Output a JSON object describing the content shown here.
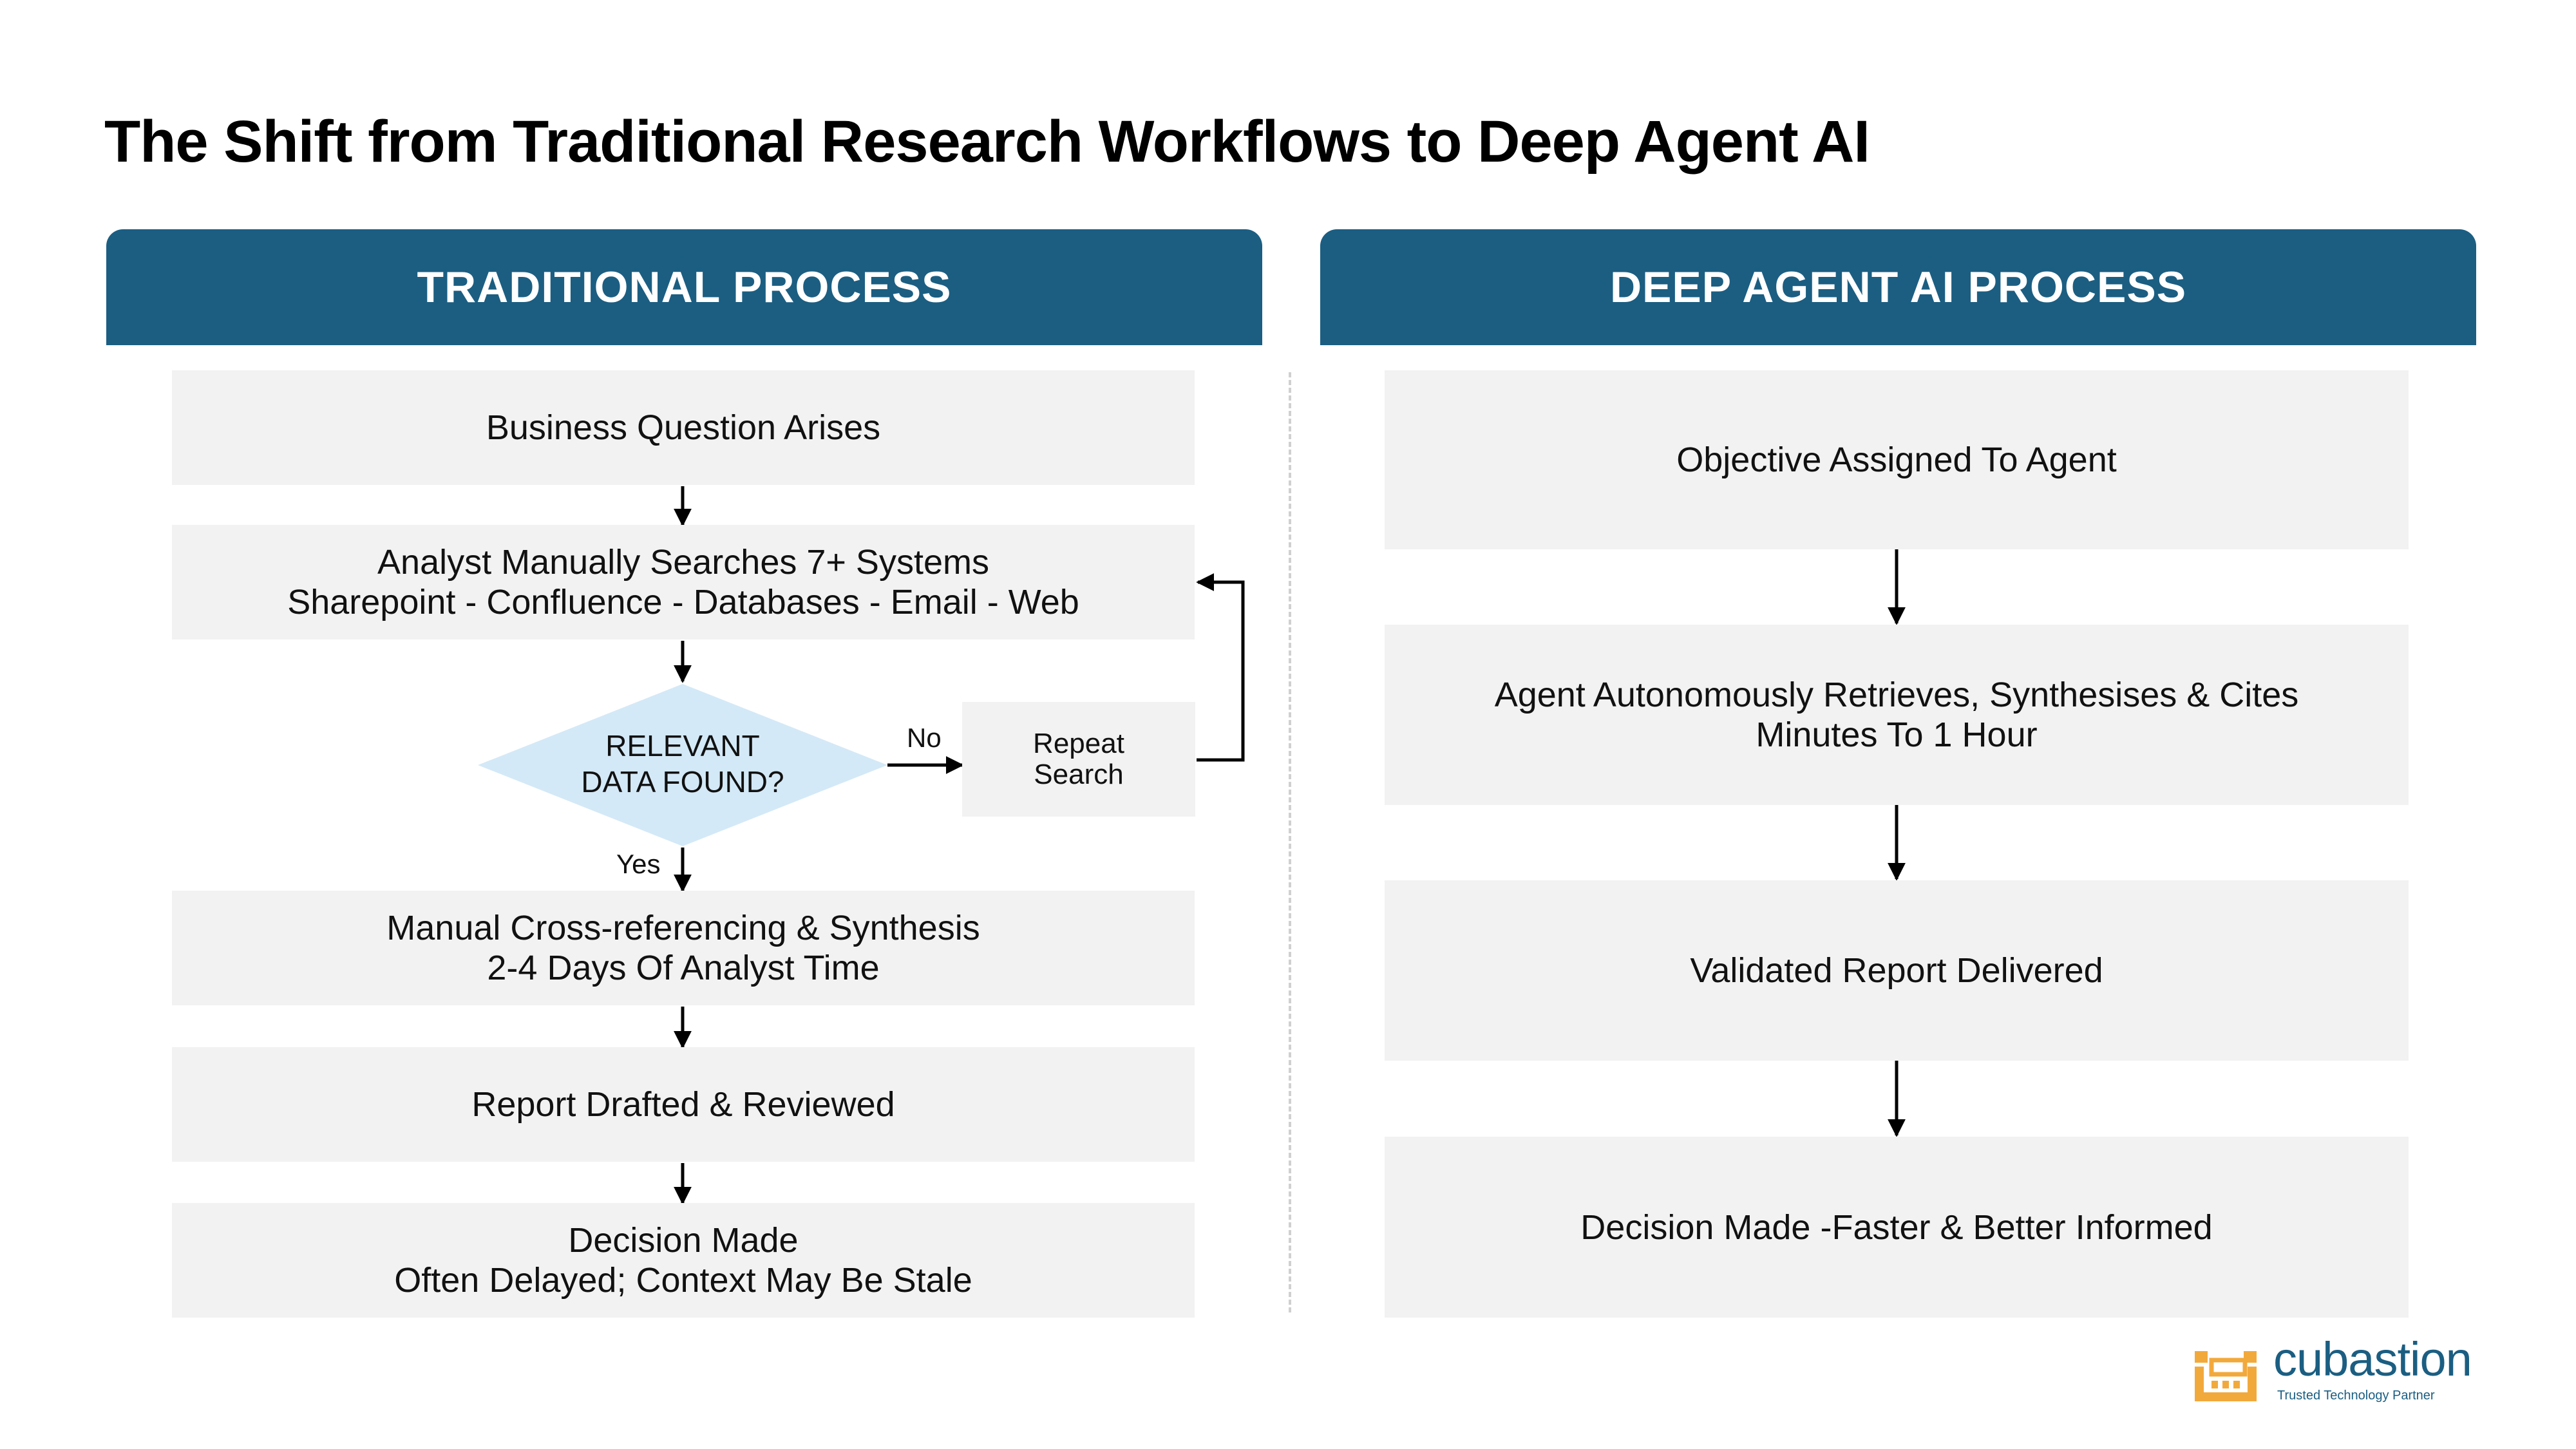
{
  "title": "The Shift from Traditional Research Workflows to Deep Agent AI",
  "traditional": {
    "header": "TRADITIONAL PROCESS",
    "step1": "Business Question Arises",
    "step2_line1": "Analyst Manually Searches 7+ Systems",
    "step2_line2": "Sharepoint - Confluence - Databases - Email - Web",
    "decision_line1": "RELEVANT",
    "decision_line2": "DATA FOUND?",
    "no_label": "No",
    "yes_label": "Yes",
    "repeat_line1": "Repeat",
    "repeat_line2": "Search",
    "step3_line1": "Manual Cross-referencing & Synthesis",
    "step3_line2": "2-4 Days Of Analyst Time",
    "step4": "Report Drafted & Reviewed",
    "step5_line1": "Decision Made",
    "step5_line2": "Often Delayed; Context May Be Stale"
  },
  "agent": {
    "header": "DEEP AGENT AI PROCESS",
    "step1": "Objective Assigned To Agent",
    "step2_line1": "Agent Autonomously Retrieves, Synthesises & Cites",
    "step2_line2": "Minutes To 1 Hour",
    "step3": "Validated Report Delivered",
    "step4": "Decision Made -Faster & Better Informed"
  },
  "logo": {
    "name": "cubastion",
    "tagline": "Trusted Technology Partner"
  },
  "colors": {
    "header_bg": "#1b5e82",
    "box_bg": "#f2f2f2",
    "diamond_fill": "#d4e9f7",
    "logo_orange": "#f2a93b"
  }
}
